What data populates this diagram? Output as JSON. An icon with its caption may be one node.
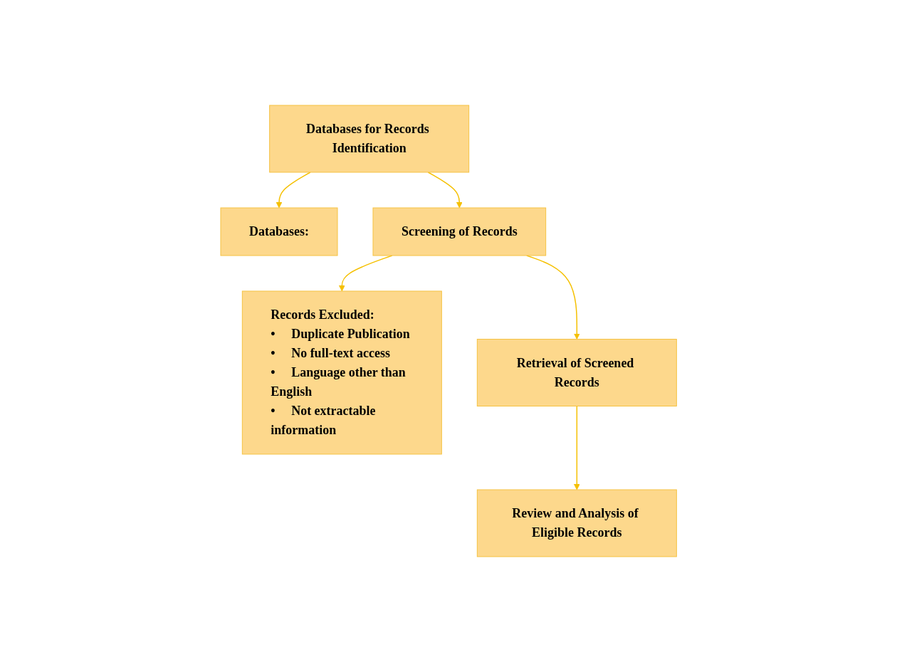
{
  "diagram": {
    "nodes": [
      {
        "text": [
          "Databases for Records Identification"
        ]
      },
      {
        "text": [
          "Databases:"
        ]
      },
      {
        "text": [
          "Screening of Records"
        ]
      },
      {
        "text": [
          "Records Excluded:",
          "•     Duplicate Publication",
          "•     No full-text access",
          "•     Language other than English",
          "•     Not extractable information"
        ]
      },
      {
        "text": [
          "Retrieval of Screened Records"
        ]
      },
      {
        "text": [
          "Review and Analysis of Eligible Records"
        ]
      }
    ],
    "edges": [
      {
        "from": 0,
        "to": 2,
        "arrow": "to"
      },
      {
        "from": 0,
        "to": 1,
        "arrow": "to"
      },
      {
        "from": 2,
        "to": 4,
        "arrow": "to"
      },
      {
        "from": 2,
        "to": 3,
        "arrow": "to"
      },
      {
        "from": 4,
        "to": 5,
        "arrow": "to"
      }
    ]
  }
}
